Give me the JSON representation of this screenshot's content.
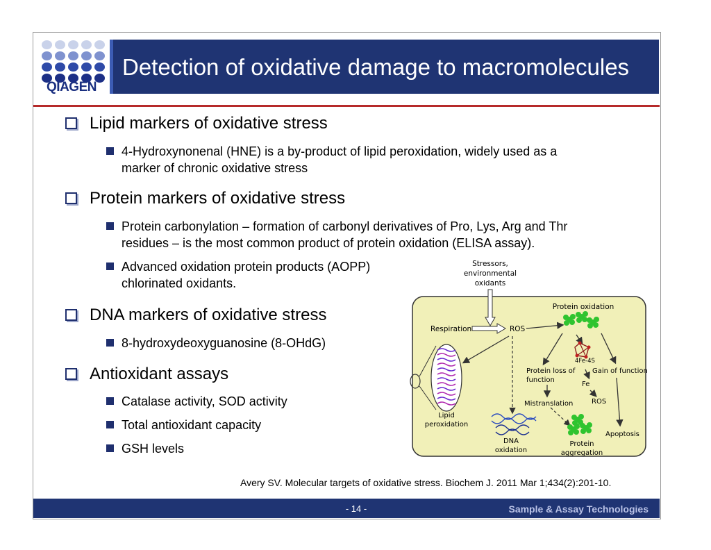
{
  "header": {
    "logo_text": "QIAGEN",
    "title": "Detection of oxidative damage to macromolecules"
  },
  "sections": [
    {
      "heading": "Lipid markers of oxidative stress",
      "items": [
        {
          "lines": [
            "4-Hydroxynonenal (HNE) is a by-product of lipid peroxidation, widely used as a",
            "marker of chronic oxidative stress"
          ]
        }
      ]
    },
    {
      "heading": "Protein markers of oxidative stress",
      "items": [
        {
          "lines": [
            "Protein carbonylation – formation of carbonyl derivatives of Pro, Lys, Arg and Thr",
            "residues – is the most common product of protein oxidation (ELISA assay)."
          ]
        },
        {
          "lines": [
            "Advanced oxidation protein products (AOPP)",
            "chlorinated oxidants."
          ]
        }
      ]
    },
    {
      "heading": "DNA markers of oxidative stress",
      "items": [
        {
          "lines": [
            "8-hydroxydeoxyguanosine (8-OHdG)"
          ]
        }
      ]
    },
    {
      "heading": "Antioxidant assays",
      "items": [
        {
          "lines": [
            "Catalase activity, SOD activity"
          ]
        },
        {
          "lines": [
            "Total antioxidant capacity"
          ]
        },
        {
          "lines": [
            "GSH levels"
          ]
        }
      ]
    }
  ],
  "diagram": {
    "stressors": "Stressors,",
    "stressors_2": "environmental",
    "stressors_3": "oxidants",
    "protein_oxidation": "Protein oxidation",
    "respiration": "Respiration",
    "ros": "ROS",
    "fe4s": "4Fe-4S",
    "protein_loss": "Protein loss of",
    "protein_loss_2": "function",
    "gain": "Gain of function",
    "fe": "Fe",
    "mistranslation": "Mistranslation",
    "ros2": "ROS",
    "lipid": "Lipid",
    "lipid_2": "peroxidation",
    "apoptosis": "Apoptosis",
    "dna": "DNA",
    "dna_2": "oxidation",
    "protein_agg": "Protein",
    "protein_agg_2": "aggregation"
  },
  "citation": "Avery SV. Molecular targets of oxidative stress. Biochem J. 2011 Mar 1;434(2):201-10.",
  "footer": {
    "page": "- 14 -",
    "brand": "Sample & Assay Technologies"
  },
  "colors": {
    "title_bar": "#1f3473",
    "red_line": "#b62a2a",
    "diagram_bg": "#f1f0b8",
    "protein_green": "#2fc42f"
  }
}
